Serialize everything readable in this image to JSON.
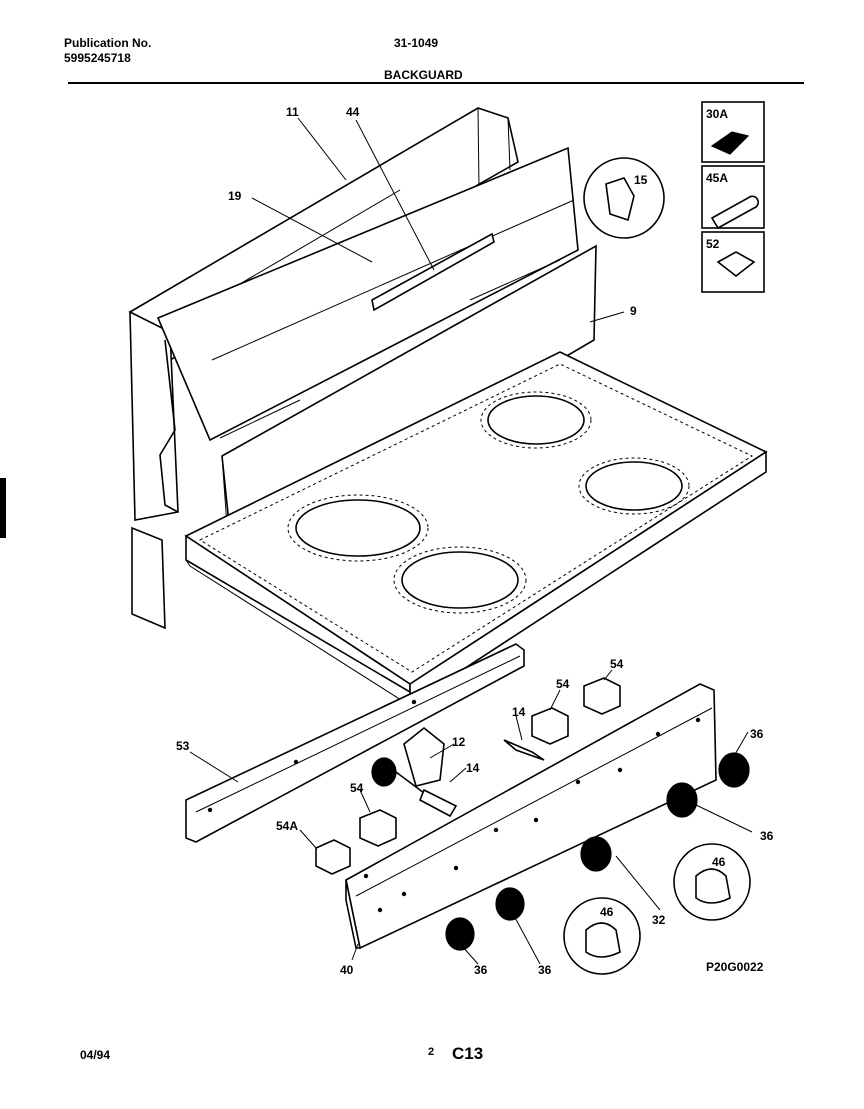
{
  "header": {
    "publication_label": "Publication No.",
    "publication_number": "5995245718",
    "document_code": "31-1049",
    "section_title": "BACKGUARD"
  },
  "callouts": {
    "c11": "11",
    "c44": "44",
    "c19": "19",
    "c15": "15",
    "c9": "9",
    "c30A": "30A",
    "c45A": "45A",
    "c52": "52",
    "c53": "53",
    "c12": "12",
    "c14a": "14",
    "c14b": "14",
    "c54a": "54",
    "c54b": "54",
    "c54c": "54",
    "c54A": "54A",
    "c36a": "36",
    "c36b": "36",
    "c36c": "36",
    "c36d": "36",
    "c32": "32",
    "c46a": "46",
    "c46b": "46",
    "c40": "40"
  },
  "drawing_code": "P20G0022",
  "footer": {
    "date": "04/94",
    "page_number": "2",
    "section_code": "C13"
  }
}
